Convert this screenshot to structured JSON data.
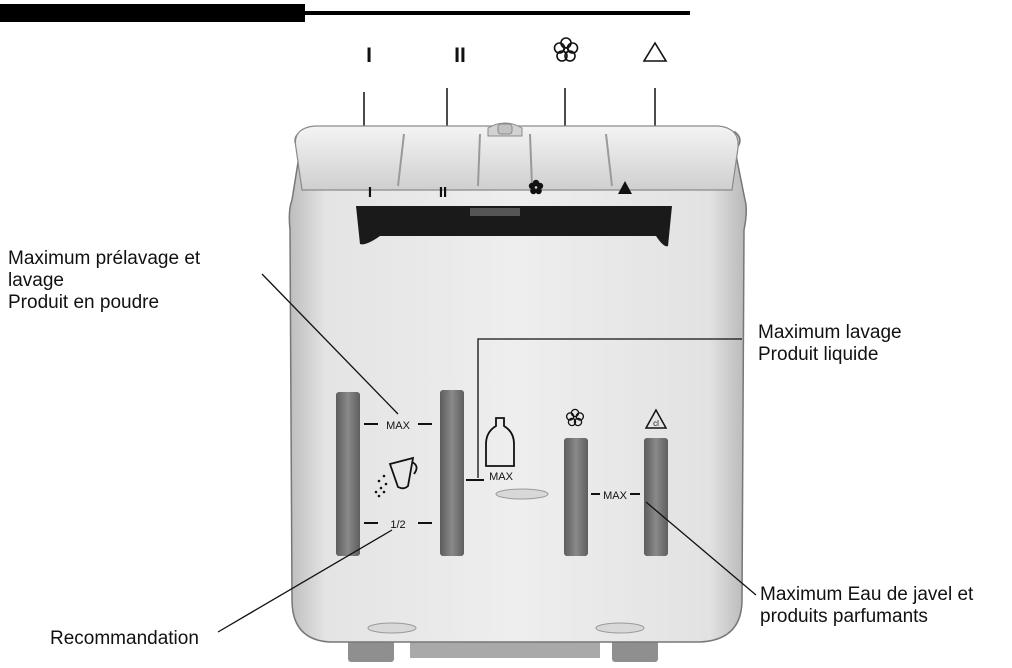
{
  "compartment_labels": {
    "prewash": "I",
    "wash": "II",
    "softener_icon": "flower-icon",
    "bleach_icon": "triangle-icon"
  },
  "tray_markings": {
    "prewash": "I",
    "wash": "II",
    "max_powder": "MAX",
    "half_powder": "1/2",
    "max_liquid": "MAX",
    "max_softener_bleach": "MAX",
    "bleach_symbol": "cl"
  },
  "callouts": {
    "powder_lines": [
      "Maximum prélavage et",
      "lavage",
      "Produit en poudre"
    ],
    "liquid_lines": [
      "Maximum lavage",
      "Produit liquide"
    ],
    "bleach_lines": [
      "Maximum Eau de javel et",
      "produits parfumants"
    ],
    "recommendation": "Recommandation"
  },
  "colors": {
    "tray_body": "#ececec",
    "slot": "#7a7a7a",
    "ink": "#111111"
  }
}
